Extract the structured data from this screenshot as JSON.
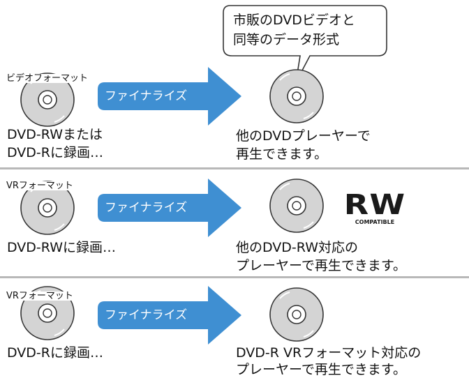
{
  "callout": {
    "line1": "市販のDVDビデオと",
    "line2": "同等のデータ形式"
  },
  "rows": [
    {
      "format_label": "ビデオフォーマット",
      "arrow_label": "ファイナライズ",
      "left_caption": [
        "DVD-RWまたは",
        "DVD-Rに録画…"
      ],
      "right_caption": [
        "他のDVDプレーヤーで",
        "再生できます。"
      ]
    },
    {
      "format_label": "VRフォーマット",
      "arrow_label": "ファイナライズ",
      "left_caption": [
        "DVD-RWに録画…"
      ],
      "right_caption": [
        "他のDVD-RW対応の",
        "プレーヤーで再生できます。"
      ],
      "logo": {
        "main": "RW",
        "sub": "COMPATIBLE"
      }
    },
    {
      "format_label": "VRフォーマット",
      "arrow_label": "ファイナライズ",
      "left_caption": [
        "DVD-Rに録画…"
      ],
      "right_caption": [
        "DVD-R VRフォーマット対応の",
        "プレーヤーで再生できます。"
      ]
    }
  ],
  "colors": {
    "arrow": "#3f8fd2",
    "disc_fill": "#d4d4d4",
    "disc_stroke": "#333333",
    "divider": "#b8b8b8"
  }
}
